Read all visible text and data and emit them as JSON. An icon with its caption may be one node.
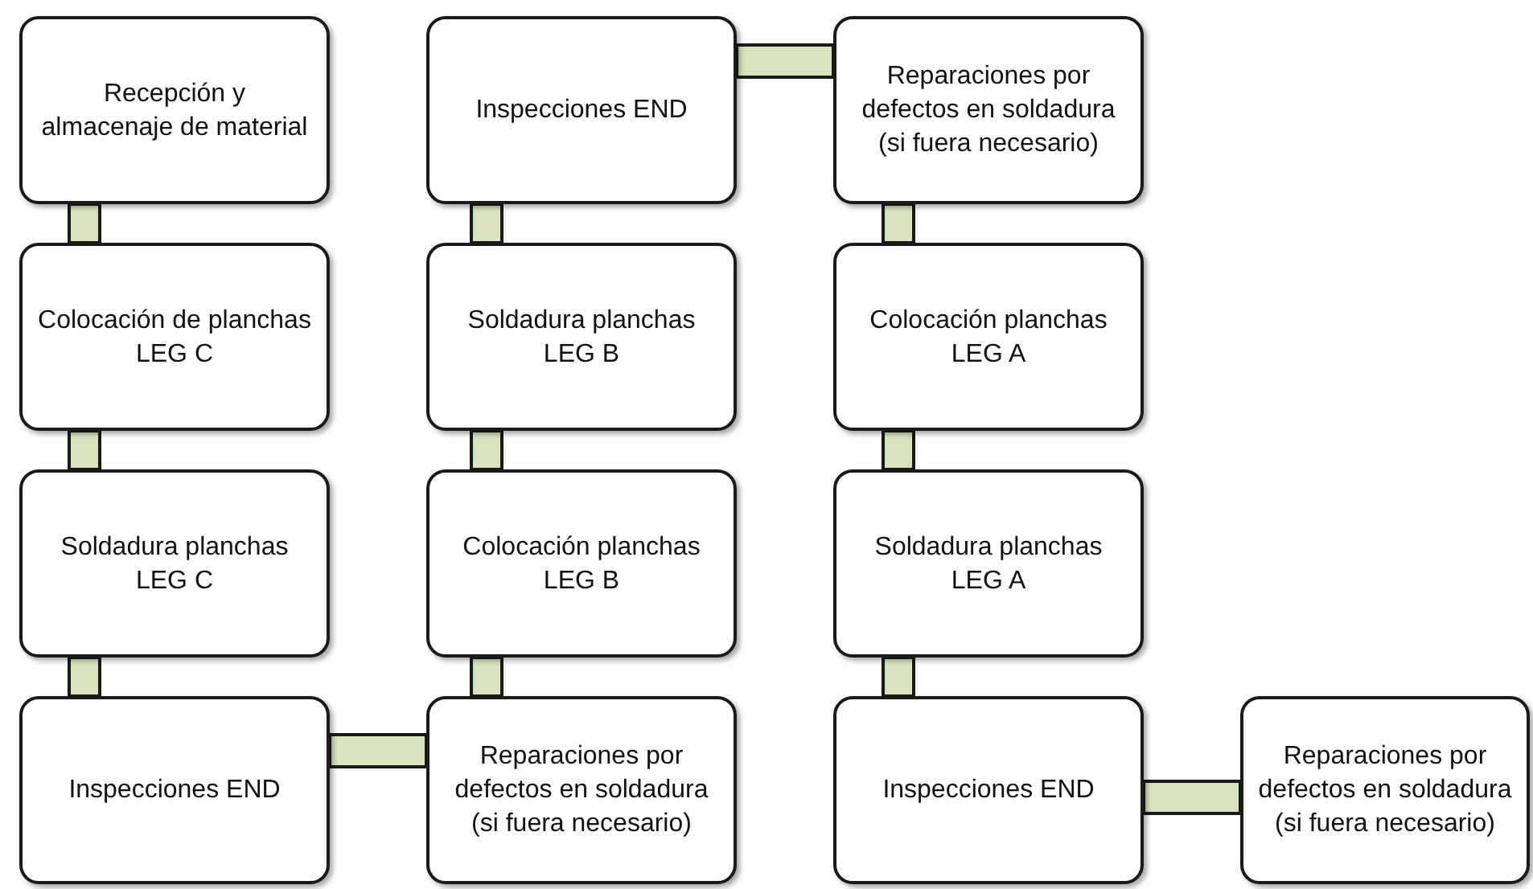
{
  "diagram": {
    "nodes": [
      {
        "text": [
          "Recepción y almacenaje de material"
        ]
      },
      {
        "text": [
          "Colocación de planchas LEG C"
        ]
      },
      {
        "text": [
          "Soldadura planchas LEG C"
        ]
      },
      {
        "text": [
          "Inspecciones END"
        ]
      },
      {
        "text": [
          "Reparaciones por defectos en soldadura (si fuera necesario)"
        ]
      },
      {
        "text": [
          "Colocación planchas LEG B"
        ]
      },
      {
        "text": [
          "Soldadura planchas LEG B"
        ]
      },
      {
        "text": [
          "Inspecciones END"
        ]
      },
      {
        "text": [
          "Reparaciones por defectos en soldadura (si fuera necesario)"
        ]
      },
      {
        "text": [
          "Colocación planchas LEG A"
        ]
      },
      {
        "text": [
          "Soldadura planchas LEG A"
        ]
      },
      {
        "text": [
          "Inspecciones END"
        ]
      },
      {
        "text": [
          "Reparaciones por defectos en soldadura (si fuera necesario)"
        ]
      }
    ],
    "edges": [
      {
        "from": 0,
        "to": 1,
        "arrow": "none"
      },
      {
        "from": 1,
        "to": 2,
        "arrow": "none"
      },
      {
        "from": 2,
        "to": 3,
        "arrow": "none"
      },
      {
        "from": 3,
        "to": 4,
        "arrow": "none"
      },
      {
        "from": 4,
        "to": 5,
        "arrow": "none"
      },
      {
        "from": 5,
        "to": 6,
        "arrow": "none"
      },
      {
        "from": 6,
        "to": 7,
        "arrow": "none"
      },
      {
        "from": 7,
        "to": 8,
        "arrow": "none"
      },
      {
        "from": 8,
        "to": 9,
        "arrow": "none"
      },
      {
        "from": 9,
        "to": 10,
        "arrow": "none"
      },
      {
        "from": 10,
        "to": 11,
        "arrow": "none"
      },
      {
        "from": 11,
        "to": 12,
        "arrow": "none"
      }
    ]
  }
}
